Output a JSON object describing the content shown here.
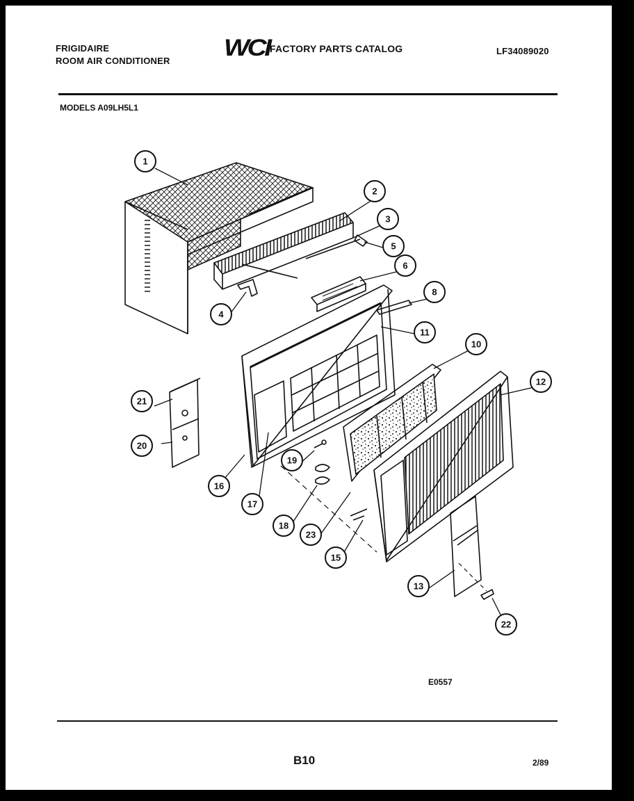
{
  "header": {
    "brand": "FRIGIDAIRE",
    "product": "ROOM AIR CONDITIONER",
    "logo": "WCI",
    "catalog_title": "FACTORY PARTS CATALOG",
    "catalog_number": "LF34089020"
  },
  "models_line": "MODELS A09LH5L1",
  "diagram": {
    "part_callouts": [
      "1",
      "2",
      "3",
      "4",
      "5",
      "6",
      "8",
      "10",
      "11",
      "12",
      "13",
      "15",
      "16",
      "17",
      "18",
      "19",
      "20",
      "21",
      "22",
      "23"
    ],
    "figure_code": "E0557"
  },
  "footer": {
    "page_code": "B10",
    "date": "2/89"
  }
}
